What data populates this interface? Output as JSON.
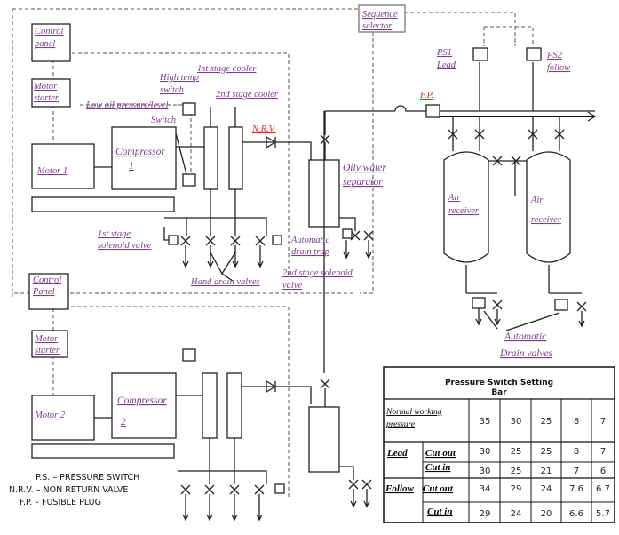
{
  "labels": {
    "sequence_selector": [
      "Sequence",
      "selector"
    ],
    "control_panel_1": [
      "Control",
      "panel"
    ],
    "motor_starter_1": [
      "Motor",
      "starter"
    ],
    "motor_1": "Motor 1",
    "low_oil": [
      "Low oil pressure/level",
      "Switch"
    ],
    "high_temp": [
      "High temp",
      "switch"
    ],
    "first_cooler": "1st stage cooler",
    "second_cooler": "2nd stage cooler",
    "compressor_1": [
      "Compressor",
      "1"
    ],
    "nrv": "N.R.V.",
    "fp": "F.P.",
    "ps1": [
      "PS1",
      "Lead"
    ],
    "ps2": [
      "PS2",
      "follow"
    ],
    "oily_water": [
      "Oily water",
      "separator"
    ],
    "air_receiver_1": [
      "Air",
      "receiver"
    ],
    "air_receiver_2": [
      "Air",
      "receiver"
    ],
    "first_solenoid": [
      "1st stage",
      "solenoid valve"
    ],
    "auto_drain_trap": [
      "Automatic",
      "drain trap"
    ],
    "second_solenoid": [
      "2nd stage solenoid",
      "valve"
    ],
    "hand_drain": "Hand drain valves",
    "control_panel_2": [
      "Control",
      "Panel"
    ],
    "motor_starter_2": [
      "Motor",
      "starter"
    ],
    "motor_2": "Motor 2",
    "compressor_2": [
      "Compressor",
      "2"
    ],
    "auto_drain_valves": [
      "Automatic",
      "Drain valves"
    ]
  },
  "legend": [
    "P.S. – PRESSURE SWITCH",
    "N.R.V. – NON RETURN VALVE",
    "F.P. – FUSIBLE PLUG"
  ],
  "table": {
    "title": [
      "Pressure Switch Setting",
      "Bar"
    ],
    "normal_label": [
      "Normal working",
      "pressure"
    ],
    "normal": [
      "35",
      "30",
      "25",
      "8",
      "7"
    ],
    "lead_label": "Lead",
    "follow_label": "Follow",
    "cut_out": "Cut out",
    "cut_in": "Cut in",
    "lead_cut_out": [
      "30",
      "25",
      "25",
      "8",
      "7"
    ],
    "lead_cut_in": [
      "30",
      "25",
      "21",
      "7",
      "6"
    ],
    "follow_cut_out": [
      "34",
      "29",
      "24",
      "7.6",
      "6.7"
    ],
    "follow_cut_in": [
      "29",
      "24",
      "20",
      "6.6",
      "5.7"
    ]
  }
}
